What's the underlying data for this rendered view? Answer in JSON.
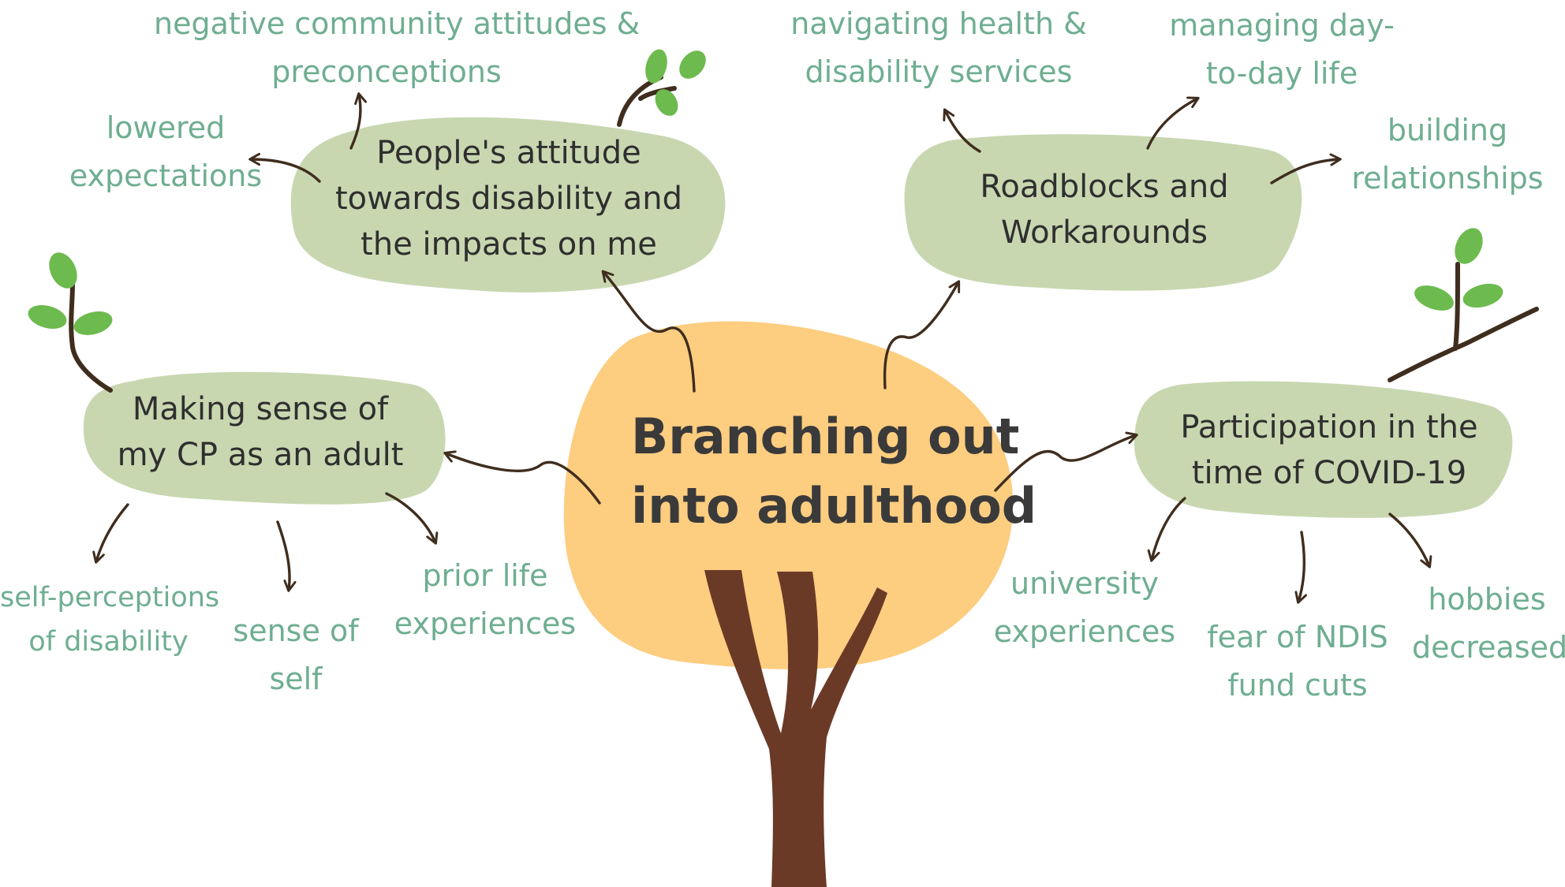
{
  "colors": {
    "background": "#ffffff",
    "crown": "#fdcd80",
    "theme_bubble": "#c8d7b0",
    "trunk": "#6b3a27",
    "arrow": "#3f2d1e",
    "subtheme_text": "#6fae91",
    "theme_text": "#2f2f2f",
    "leaf": "#6dba4e"
  },
  "center": {
    "line1": "Branching out",
    "line2": "into adulthood"
  },
  "themes": {
    "attitude": {
      "line1": "People's attitude",
      "line2": "towards disability and",
      "line3": "the impacts on me",
      "subthemes": {
        "negative_line1": "negative community attitudes &",
        "negative_line2": "preconceptions",
        "lowered_line1": "lowered",
        "lowered_line2": "expectations"
      }
    },
    "roadblocks": {
      "line1": "Roadblocks and",
      "line2": "Workarounds",
      "subthemes": {
        "navigating_line1": "navigating health &",
        "navigating_line2": "disability services",
        "managing_line1": "managing day-",
        "managing_line2": "to-day life",
        "building_line1": "building",
        "building_line2": "relationships"
      }
    },
    "sense": {
      "line1": "Making sense of",
      "line2": "my CP as an adult",
      "subthemes": {
        "selfperc_line1": "self-perceptions",
        "selfperc_line2": "of disability",
        "senseself_line1": "sense of",
        "senseself_line2": "self",
        "prior_line1": "prior life",
        "prior_line2": "experiences"
      }
    },
    "covid": {
      "line1": "Participation in the",
      "line2": "time of COVID-19",
      "subthemes": {
        "university_line1": "university",
        "university_line2": "experiences",
        "ndis_line1": "fear of NDIS",
        "ndis_line2": "fund cuts",
        "hobbies_line1": "hobbies",
        "hobbies_line2": "decreased"
      }
    }
  },
  "icons": [
    "leaf-sprig-icon",
    "tree-trunk-icon",
    "arrow-icon"
  ]
}
